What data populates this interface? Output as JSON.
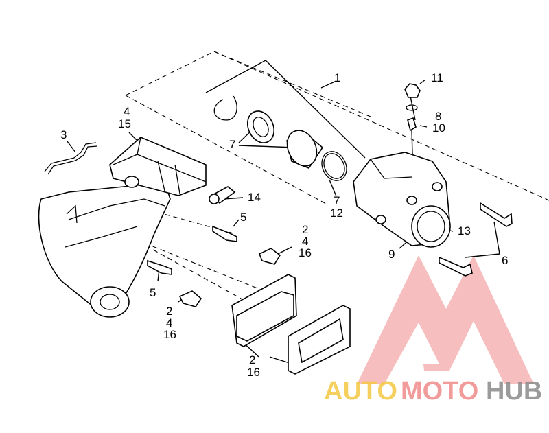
{
  "labels": {
    "l1": "1",
    "l11": "11",
    "l8": "8",
    "l10": "10",
    "l4a": "4",
    "l15": "15",
    "l3": "3",
    "l7a": "7",
    "l7b": "7",
    "l12": "12",
    "l14": "14",
    "l5a": "5",
    "l2a": "2",
    "l4b": "4",
    "l16a": "16",
    "l13": "13",
    "l9": "9",
    "l6": "6",
    "l5b": "5",
    "l2b": "2",
    "l4c": "4",
    "l16b": "16",
    "l2c": "2",
    "l16c": "16"
  },
  "watermark": {
    "part1": "AUTO",
    "part2": "MOTO",
    "part3": "HUB",
    "color1": "#f5c842",
    "color2": "#f08a8a",
    "color3": "#8a8a8a",
    "logo_color": "#f08a8a"
  }
}
